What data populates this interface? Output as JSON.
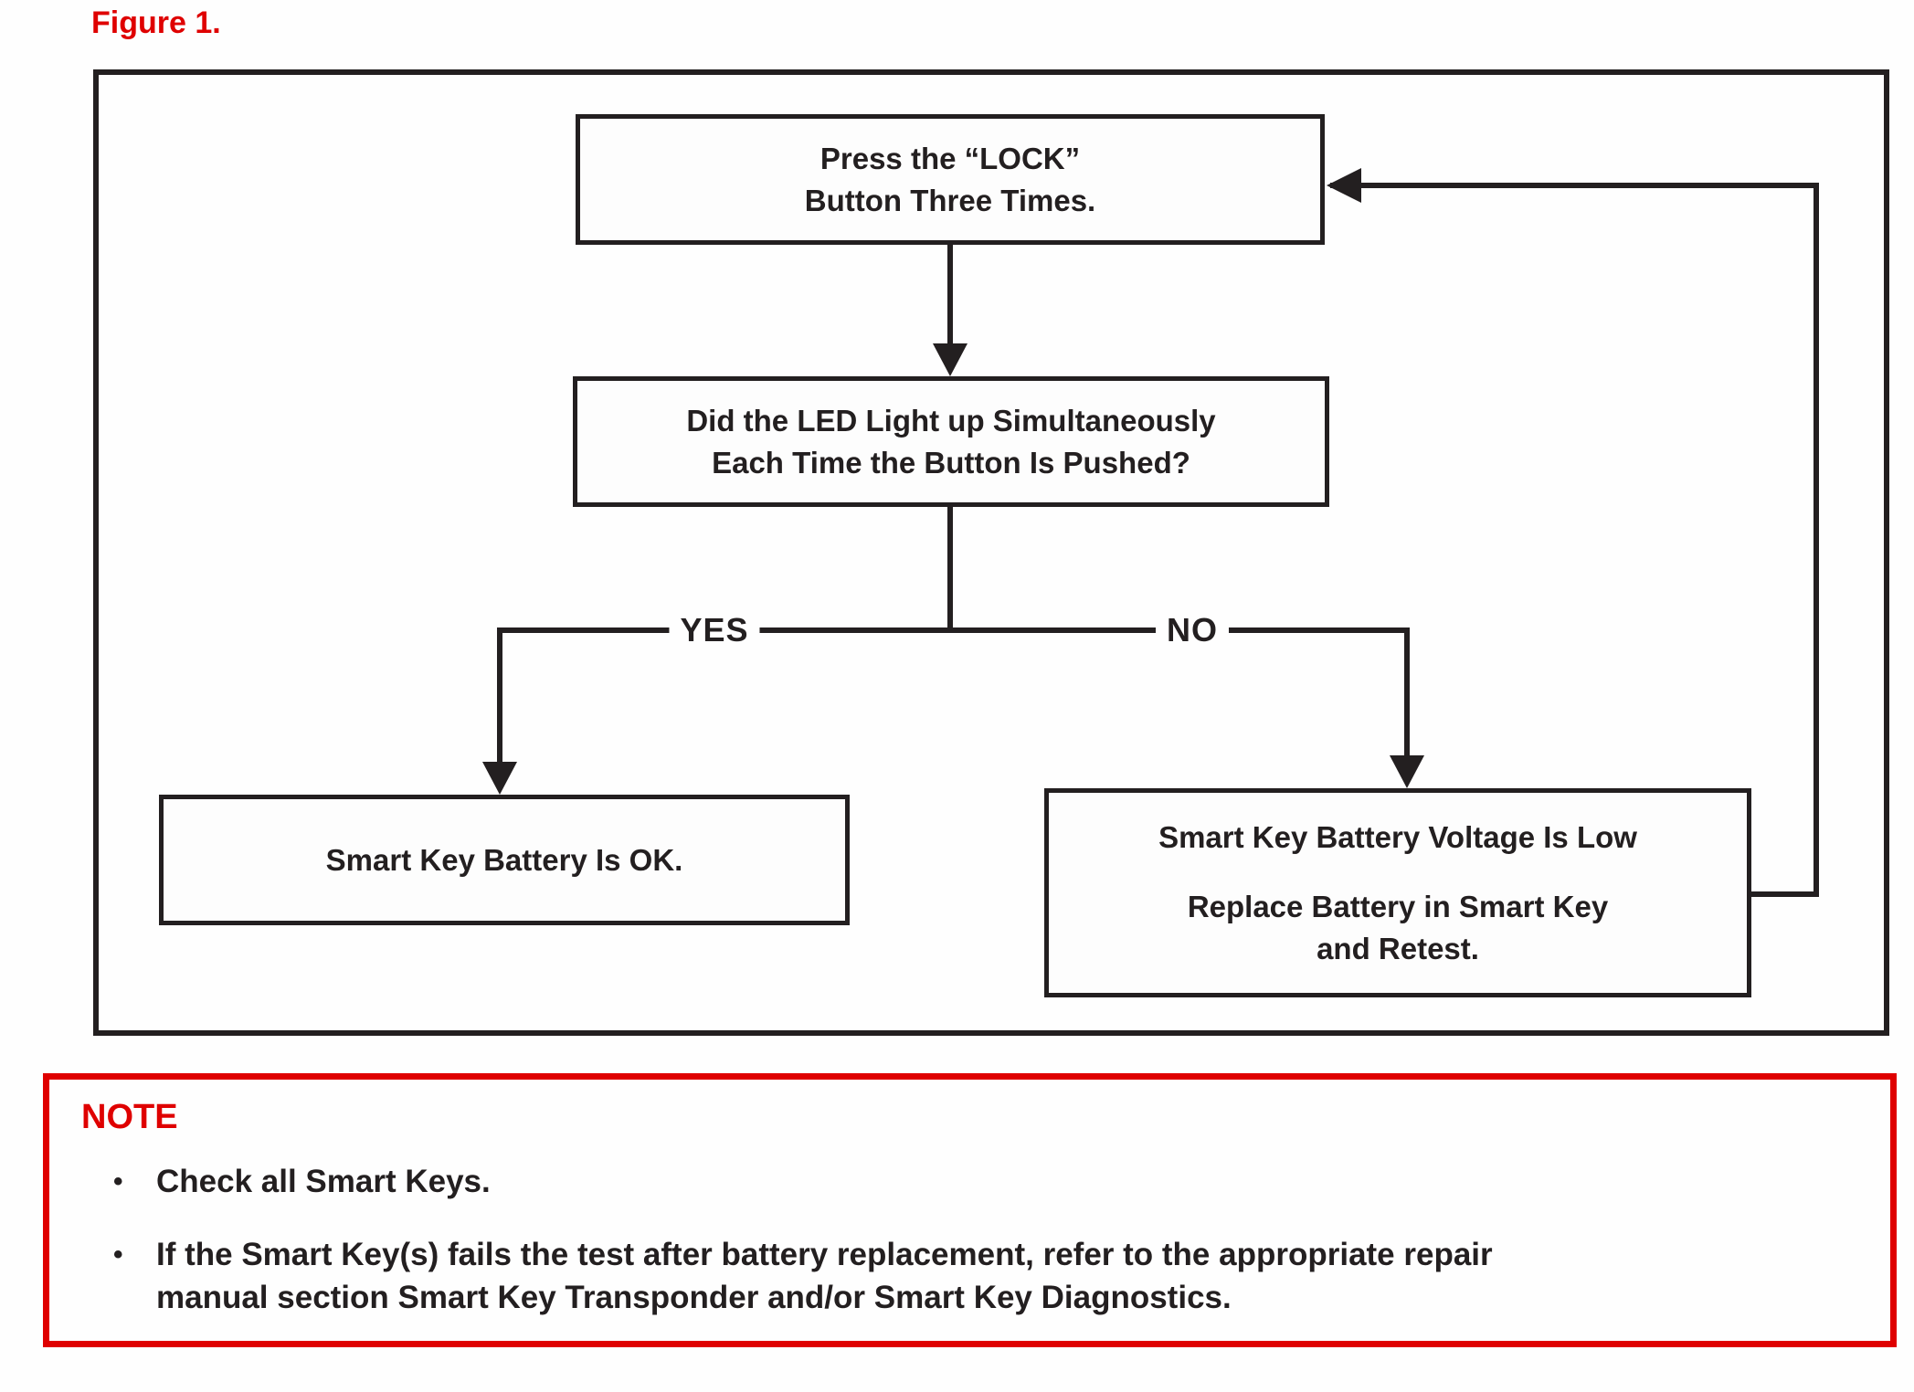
{
  "figure": {
    "label": "Figure 1."
  },
  "flowchart": {
    "step1": {
      "lines": [
        "Press the “LOCK”",
        "Button Three Times."
      ]
    },
    "decision": {
      "lines": [
        "Did the LED Light up Simultaneously",
        "Each Time the Button Is Pushed?"
      ]
    },
    "branch_yes": "YES",
    "branch_no": "NO",
    "result_yes": {
      "lines": [
        "Smart Key Battery Is OK."
      ]
    },
    "result_no": {
      "title": "Smart Key Battery Voltage Is Low",
      "lines": [
        "Replace Battery in Smart Key",
        "and Retest."
      ]
    }
  },
  "note": {
    "title": "NOTE",
    "bullet_char": "•",
    "bullets": [
      {
        "lines": [
          "Check all Smart Keys."
        ]
      },
      {
        "lines": [
          "If the Smart Key(s) fails the test after battery replacement, refer to the appropriate repair",
          "manual section Smart Key Transponder and/or Smart Key Diagnostics."
        ]
      }
    ]
  },
  "colors": {
    "accent_red": "#df0000",
    "ink": "#231f20"
  }
}
